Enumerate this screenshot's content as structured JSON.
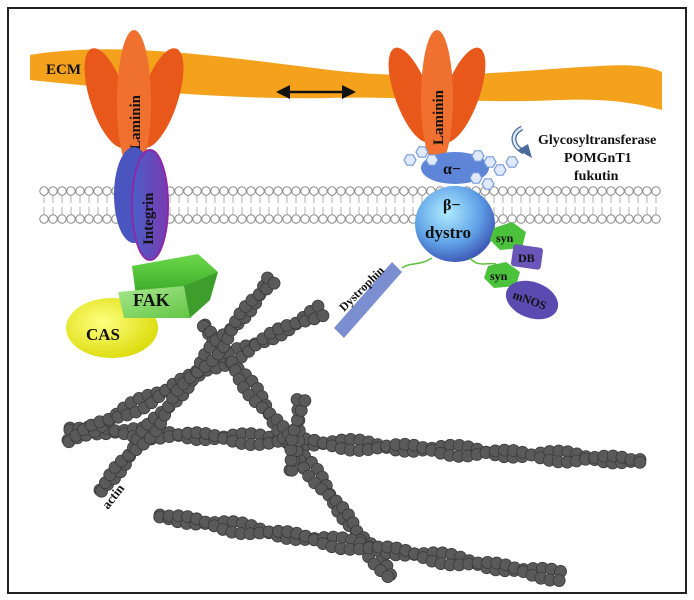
{
  "labels": {
    "ecm": "ECM",
    "laminin_left": "Laminin",
    "laminin_right": "Laminin",
    "integrin": "Integrin",
    "fak": "FAK",
    "cas": "CAS",
    "alpha_dystro": "α−",
    "beta_dystro": "β−",
    "dystro": "dystro",
    "glycosyltransferase": "Glycosyltransferase",
    "pomgnt1": "POMGnT1",
    "fukutin": "fukutin",
    "dystrophin": "Dystrophin",
    "syn_top": "syn",
    "db": "DB",
    "syn_bottom": "syn",
    "mnos": "mNOS",
    "actin": "actin"
  },
  "colors": {
    "ecm": "#f4a21c",
    "laminin": "#ec5a14",
    "integrin": "#6a4bb8",
    "fak": "#5cc23c",
    "cas": "#e8e820",
    "dystroglycan": "#4f7fd8",
    "dystrophin": "#7b8fd0",
    "syntrophin": "#4cc23c",
    "db": "#6a55b8",
    "mnos": "#5b4bb0",
    "actin": "#555555",
    "membrane": "#9a9a9a"
  }
}
